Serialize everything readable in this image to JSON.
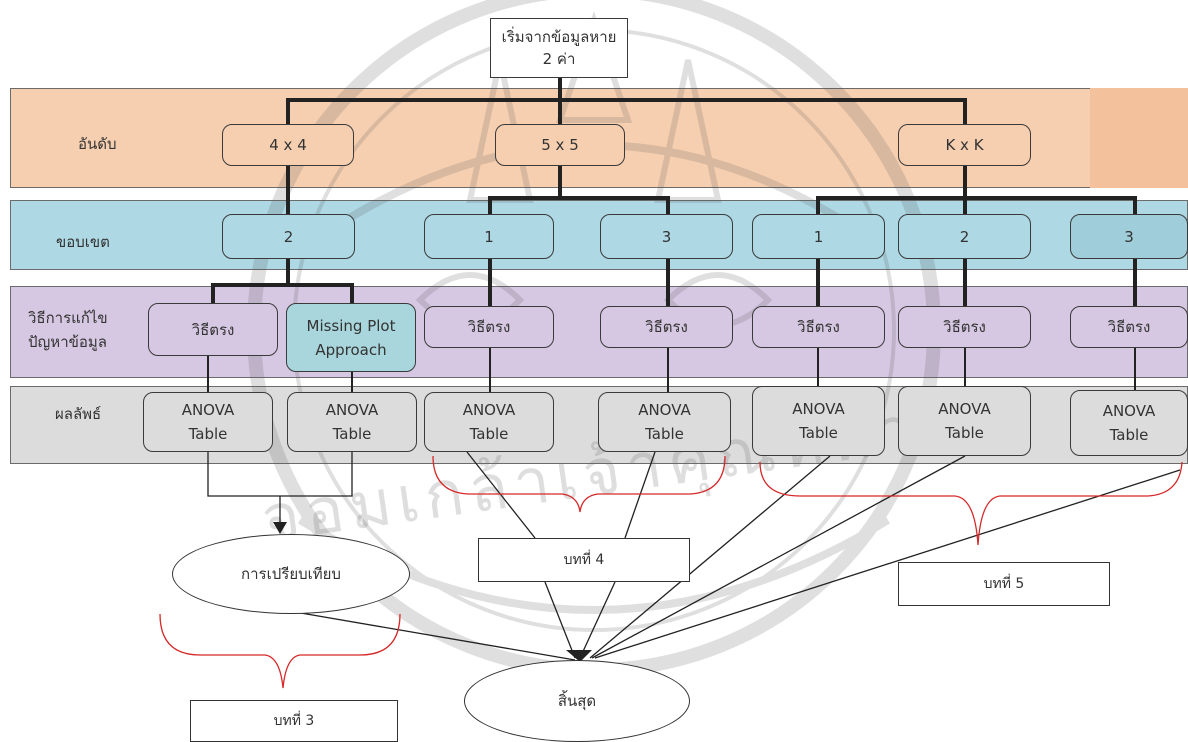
{
  "rows": {
    "order": "อันดับ",
    "boundary": "ขอบเขต",
    "method": "วิธีการแก้ไข\nปัญหาข้อมูล",
    "result": "ผลลัพธ์"
  },
  "start": "เริ่มจากข้อมูลหาย\n2 ค่า",
  "orders": [
    "4 x 4",
    "5 x 5",
    "K x K"
  ],
  "boundaries": [
    "2",
    "1",
    "3",
    "1",
    "2",
    "3"
  ],
  "methods": [
    "วิธีตรง",
    "Missing Plot\nApproach",
    "วิธีตรง",
    "วิธีตรง",
    "วิธีตรง",
    "วิธีตรง",
    "วิธีตรง"
  ],
  "results": [
    "ANOVA\nTable",
    "ANOVA\nTable",
    "ANOVA\nTable",
    "ANOVA\nTable",
    "ANOVA\nTable",
    "ANOVA\nTable",
    "ANOVA\nTable"
  ],
  "compare": "การเปรียบเทียบ",
  "end": "สิ้นสุด",
  "chapters": [
    "บทที่ 3",
    "บทที่ 4",
    "บทที่ 5"
  ],
  "watermark": "จอมเกล้าเจ้าคุณทหาร",
  "colors": {
    "order_band": "#f6cfb0",
    "boundary_band": "#add8e4",
    "method_band": "#d6c8e2",
    "result_band": "#dcdcdc",
    "missing_plot_node": "#a9d6dc",
    "brace": "#d62828",
    "connector": "#222222"
  }
}
